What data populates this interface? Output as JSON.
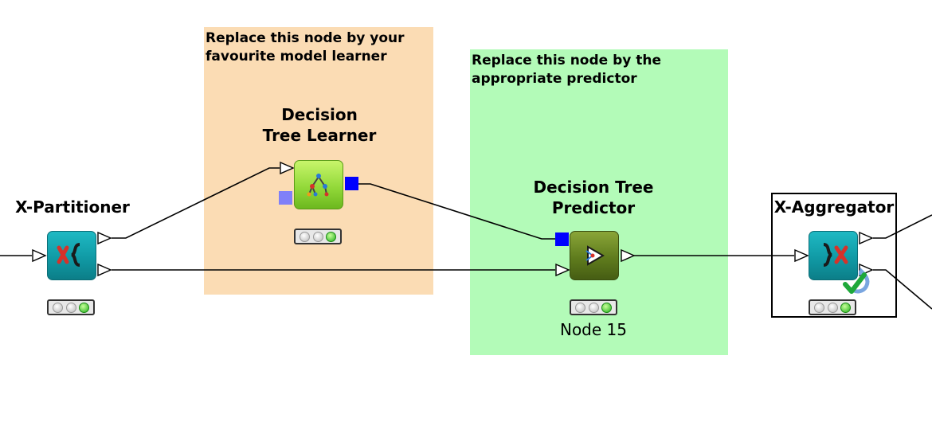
{
  "annotations": {
    "learner": "Replace this node by your favourite model learner",
    "predictor": "Replace this node by the appropriate predictor"
  },
  "nodes": {
    "x_partitioner": {
      "title": "X-Partitioner",
      "status": "executed"
    },
    "dt_learner": {
      "title_line1": "Decision",
      "title_line2": "Tree Learner",
      "status": "executed"
    },
    "dt_predictor": {
      "title_line1": "Decision Tree",
      "title_line2": "Predictor",
      "subtitle": "Node 15",
      "status": "executed"
    },
    "x_aggregator": {
      "title": "X-Aggregator",
      "status": "executed"
    }
  },
  "icons": {
    "x_partitioner": "loop-start-icon",
    "dt_learner": "decision-tree-learner-icon",
    "dt_predictor": "predictor-play-icon",
    "x_aggregator": "loop-end-icon",
    "check": "check-icon"
  },
  "colors": {
    "learner_annotation": "#fbdcb4",
    "predictor_annotation": "#b3fbb8",
    "model_port": "#0000ff",
    "status_green": "#22b01c"
  }
}
